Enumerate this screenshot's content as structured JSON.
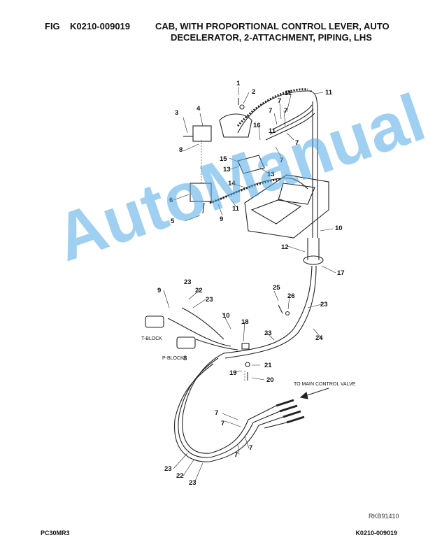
{
  "header": {
    "fig_label": "FIG",
    "fig_number": "K0210-009019",
    "title_line1": "CAB, WITH PROPORTIONAL CONTROL LEVER, AUTO",
    "title_line2": "DECELERATOR, 2-ATTACHMENT, PIPING, LHS"
  },
  "footer": {
    "model": "PC30MR3",
    "page_code": "K0210-009019",
    "drawing_id": "RKB91410"
  },
  "labels": {
    "t_block": "T-BLOCK",
    "p_block": "P-BLOCK",
    "to_main_valve": "TO MAIN CONTROL VALVE"
  },
  "callouts": {
    "c1": "1",
    "c2": "2",
    "c3": "3",
    "c4": "4",
    "c5": "5",
    "c6": "6",
    "c7a": "7",
    "c7b": "7",
    "c7c": "7",
    "c7d": "7",
    "c7e": "7",
    "c7f": "7",
    "c7g": "7",
    "c7h": "7",
    "c7i": "7",
    "c8a": "8",
    "c8b": "8",
    "c9a": "9",
    "c9b": "9",
    "c10a": "10",
    "c10b": "10",
    "c11a": "11",
    "c11b": "11",
    "c11c": "11",
    "c11d": "11",
    "c12": "12",
    "c13a": "13",
    "c13b": "13",
    "c14": "14",
    "c15": "15",
    "c16": "16",
    "c17": "17",
    "c18": "18",
    "c19": "19",
    "c20": "20",
    "c21": "21",
    "c22a": "22",
    "c22b": "22",
    "c23a": "23",
    "c23b": "23",
    "c23c": "23",
    "c23d": "23",
    "c23e": "23",
    "c23f": "23",
    "c24": "24",
    "c25": "25",
    "c26": "26"
  },
  "watermark": "AutoManual"
}
